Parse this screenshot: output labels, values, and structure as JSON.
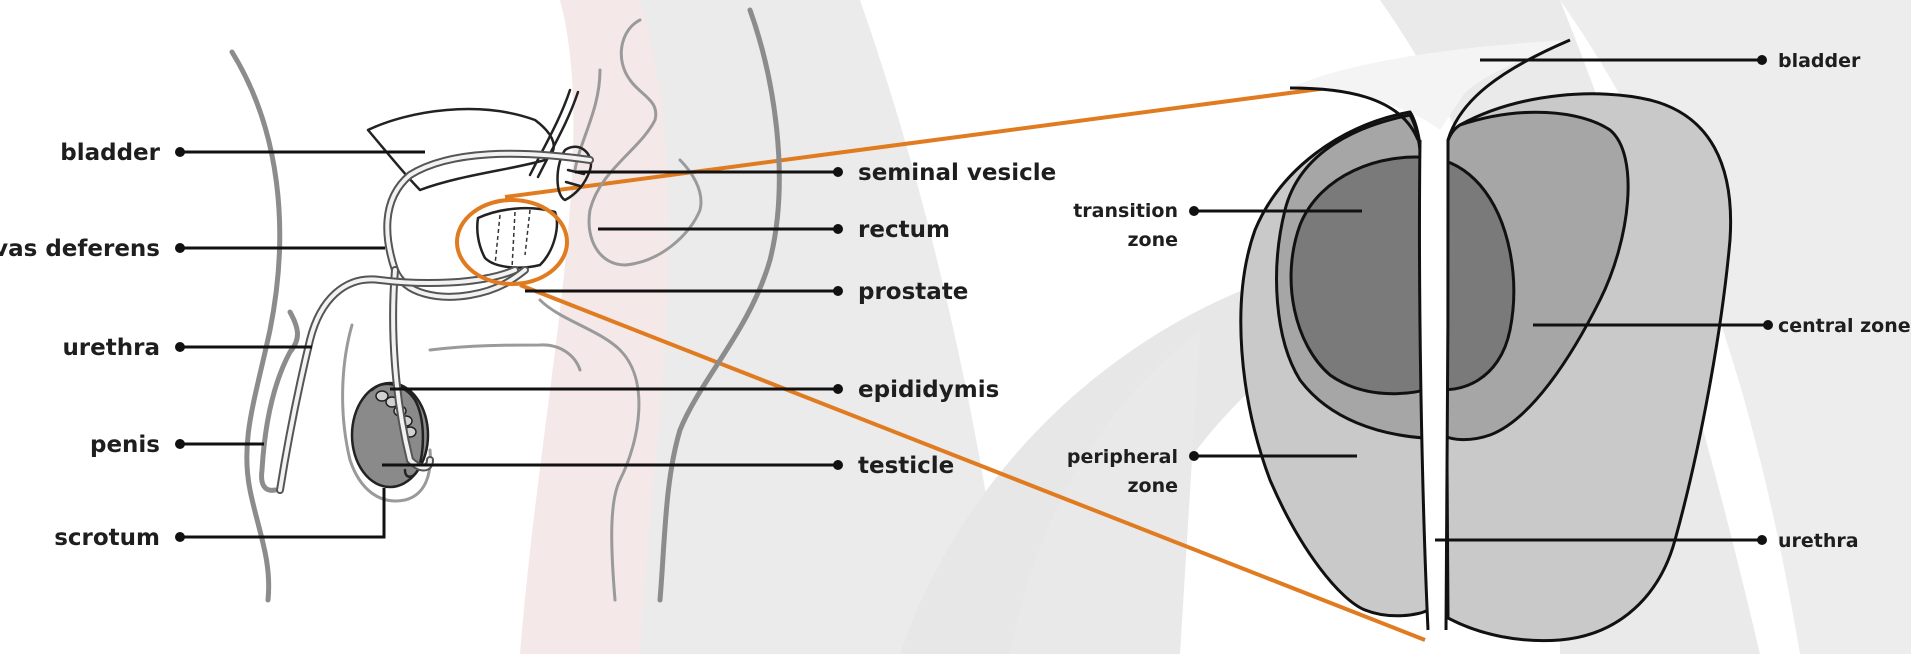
{
  "colors": {
    "accent": "#e07b20",
    "background_swirl": "#e9e9ea",
    "swirl_red_tint": "#f3e6e6",
    "peripheral_zone": "#c9c9c9",
    "central_zone": "#a6a6a6",
    "transition_zone": "#7a7a7a",
    "testicle": "#8a8a8a"
  },
  "left_diagram": {
    "left_labels": {
      "bladder": "bladder",
      "vas_deferens": "vas deferens",
      "urethra": "urethra",
      "penis": "penis",
      "scrotum": "scrotum"
    },
    "right_labels": {
      "seminal_vesicle": "seminal vesicle",
      "rectum": "rectum",
      "prostate": "prostate",
      "epididymis": "epididymis",
      "testicle": "testicle"
    }
  },
  "right_diagram": {
    "labels": {
      "bladder": "bladder",
      "transition_zone_line1": "transition",
      "transition_zone_line2": "zone",
      "central_zone": "central zone",
      "peripheral_zone_line1": "peripheral",
      "peripheral_zone_line2": "zone",
      "urethra": "urethra"
    }
  }
}
